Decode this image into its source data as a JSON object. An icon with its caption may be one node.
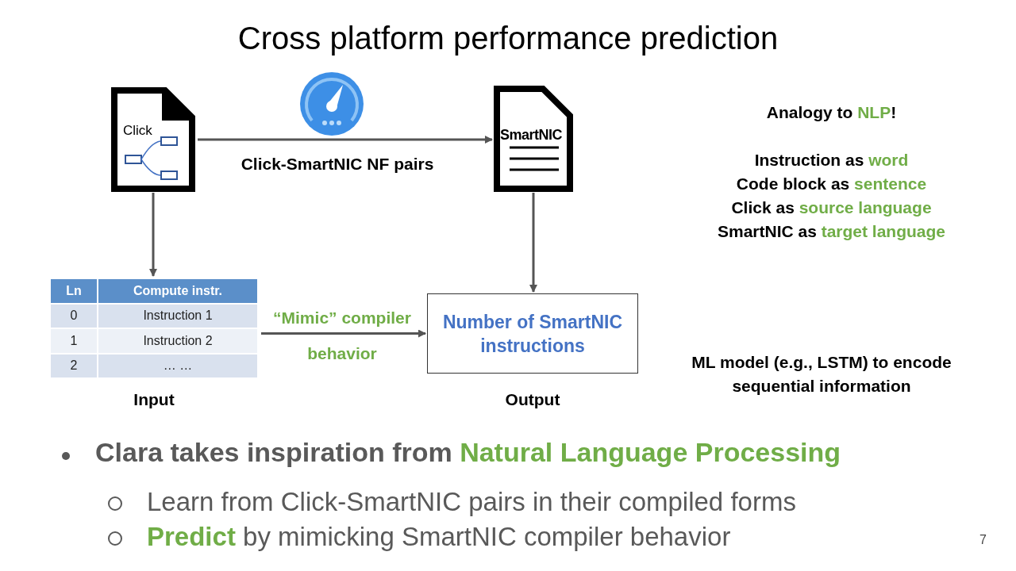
{
  "diagram": {
    "title": "Cross platform performance prediction",
    "nodes": [
      {
        "text": [
          "Click"
        ]
      },
      {
        "text": [
          "SmartNIC"
        ]
      },
      {
        "text": [
          "Ln",
          "Compute instr.",
          "0",
          "Instruction 1",
          "1",
          "Instruction 2",
          "2",
          "… …"
        ],
        "beside": [
          "Input"
        ]
      },
      {
        "text": [
          "Number of SmartNIC instructions"
        ],
        "beside": [
          "Output"
        ]
      }
    ],
    "edges": [
      {
        "from": 0,
        "to": 1,
        "arrow": "to",
        "label": "Click-SmartNIC NF pairs"
      },
      {
        "from": 0,
        "to": 2,
        "arrow": "to"
      },
      {
        "from": 1,
        "to": 3,
        "arrow": "to"
      },
      {
        "from": 2,
        "to": 3,
        "arrow": "to",
        "label": "“Mimic” compiler behavior"
      }
    ],
    "labels": [
      "Analogy to *NLP*!",
      "Instruction as *word*",
      "Code block as *sentence*",
      "Click as *source language*",
      "SmartNIC as *target language*",
      "ML model (e.g., LSTM)  to encode sequential information",
      "Clara takes inspiration from *Natural Language Processing*",
      "Learn from Click-SmartNIC pairs in their compiled forms",
      "*Predict* by mimicking SmartNIC compiler behavior",
      "7"
    ]
  }
}
